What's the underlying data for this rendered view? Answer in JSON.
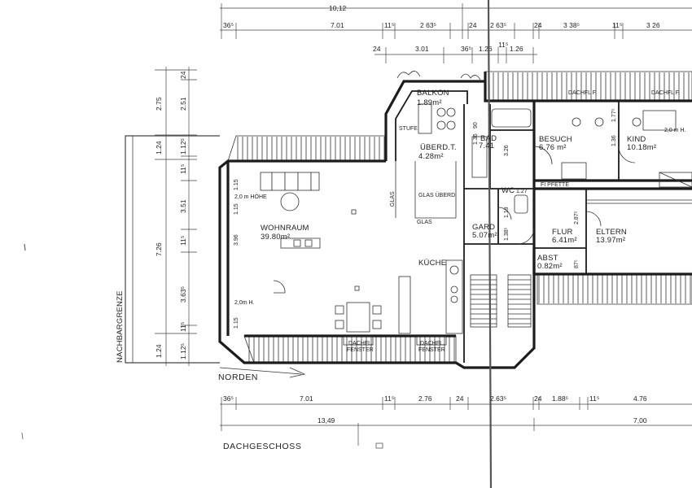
{
  "sheet": {
    "title": "DACHGESCHOSS",
    "north_label": "NORDEN",
    "boundary_label": "NACHBARGRENZE"
  },
  "rooms": [
    {
      "id": "balkon",
      "name": "BALKON",
      "area": "1.89m²"
    },
    {
      "id": "ueberd",
      "name": "ÜBERD.T.",
      "area": "4.28m²"
    },
    {
      "id": "bad",
      "name": "BAD",
      "area": "7.41"
    },
    {
      "id": "besuch",
      "name": "BESUCH",
      "area": "6.76 m²"
    },
    {
      "id": "kind",
      "name": "KIND",
      "area": "10.18m²"
    },
    {
      "id": "wohnraum",
      "name": "WOHNRAUM",
      "area": "39.80m²"
    },
    {
      "id": "wc",
      "name": "WC",
      "area": "1.27"
    },
    {
      "id": "gard",
      "name": "GARD",
      "area": "5.07m²"
    },
    {
      "id": "flur",
      "name": "FLUR",
      "area": "6.41m²"
    },
    {
      "id": "eltern",
      "name": "ELTERN",
      "area": "13.97m²"
    },
    {
      "id": "abst",
      "name": "ABST",
      "area": "0.82m²"
    },
    {
      "id": "kueche",
      "name": "KÜCHE",
      "area": ""
    }
  ],
  "labels": {
    "stufe": "STUFE",
    "glas": "GLAS",
    "glas_ueberd": "GLAS ÜBERD.",
    "fi_pfette": "FI PFETTE",
    "hoehe_wohn": "2,0 m HÖHE",
    "hoehe_west": "2,0m H.",
    "hoehe_kind": "2,0 m H.",
    "dachfl_1": "DACHFL F.",
    "dachfl_2": "DACHFL F.",
    "dachfl_fenster_1a": "DACHFL.",
    "dachfl_fenster_1b": "FENSTER",
    "dachfl_fenster_2a": "DACHFL.",
    "dachfl_fenster_2b": "FENSTER"
  },
  "dims_top": {
    "overall": "10,12",
    "row1": [
      "36⁵",
      "7.01",
      "11⁵",
      "2 63⁵",
      "24",
      "2 63⁵",
      "24",
      "3 38⁵",
      "11⁵",
      "3 26"
    ],
    "row2": [
      "24",
      "3.01",
      "36⁵",
      "1.26",
      "11⁵",
      "1.26"
    ]
  },
  "dims_bottom": {
    "row1": [
      "36⁵",
      "7.01",
      "11⁵",
      "2.76",
      "24",
      "2.63⁵",
      "24",
      "1.88⁵",
      "11⁵",
      "4.76"
    ],
    "row2": [
      "13,49",
      "7,00"
    ]
  },
  "dims_left": {
    "outer": [
      "2.75",
      "1.24",
      "7.26",
      "1.24"
    ],
    "inner": [
      "2.51",
      "24",
      "1.12⁵",
      "11⁵",
      "3.51",
      "11⁵",
      "3.63⁵",
      "11⁵",
      "1.12⁵"
    ]
  },
  "dims_interior": {
    "wohn_w": "3.96",
    "wohn_h1": "1.15",
    "wohn_h2": "1.15",
    "bad_w1": "1.36",
    "bad_w2": "3.26",
    "bad_w3": "90",
    "besuch_w": "1.36",
    "besuch_h": "1.77⁵",
    "flur_w": "2.87⁵",
    "abst_w": "87⁵",
    "gard_w": "1.38⁵",
    "misc1": "1.19",
    "misc2": "1.15"
  }
}
